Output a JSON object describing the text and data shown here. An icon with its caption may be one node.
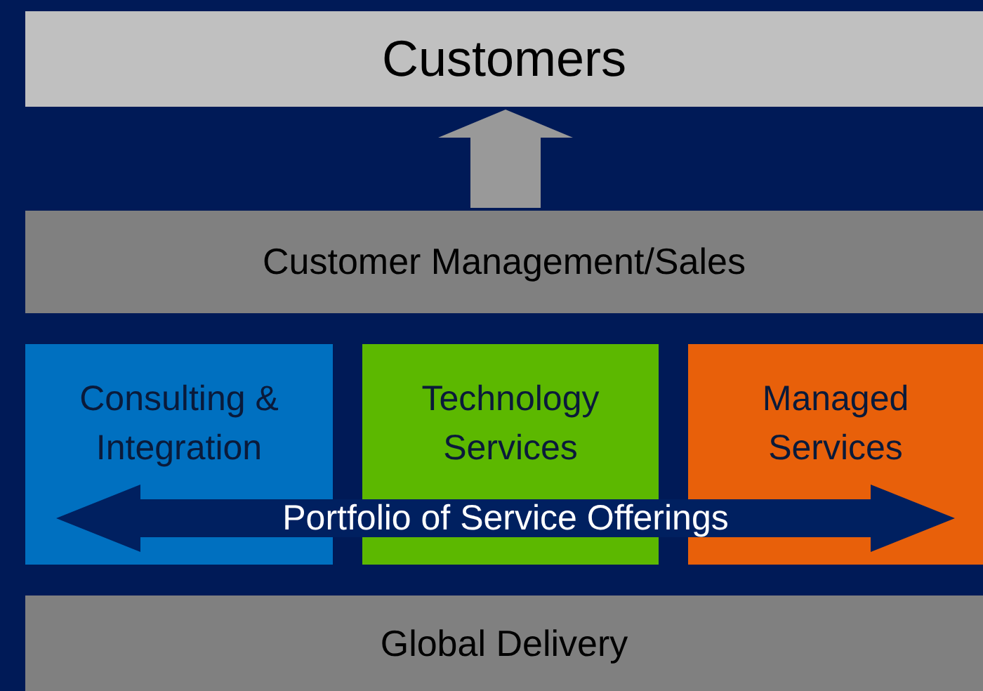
{
  "diagram": {
    "nodes": [
      {
        "text": [
          "Customers"
        ]
      },
      {
        "text": [
          "Customer Management/Sales"
        ]
      },
      {
        "text": [
          "Consulting & Integration"
        ]
      },
      {
        "text": [
          "Technology Services"
        ]
      },
      {
        "text": [
          "Managed Services"
        ]
      },
      {
        "text": [
          "Portfolio of Service Offerings"
        ]
      },
      {
        "text": [
          "Global Delivery"
        ]
      }
    ],
    "edges": [
      {
        "from": 1,
        "to": 0,
        "arrow": "to",
        "style": "thick"
      }
    ]
  }
}
